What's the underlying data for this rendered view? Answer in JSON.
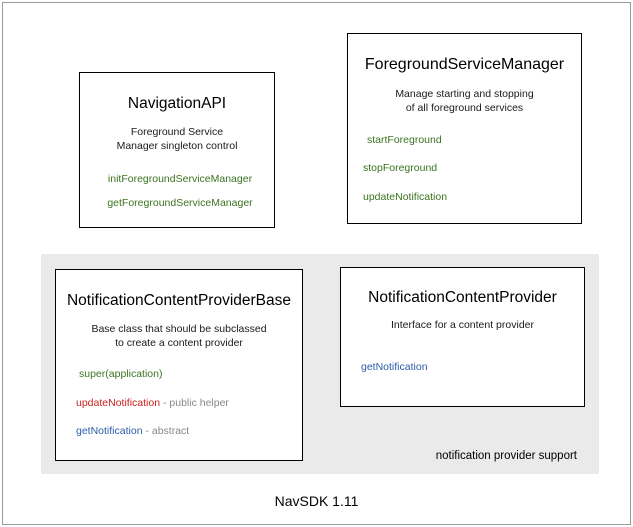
{
  "diagram": {
    "footer_caption": "NavSDK 1.11",
    "group_region": {
      "label": "notification provider support"
    },
    "boxes": [
      {
        "id": "navigation-api",
        "title": "NavigationAPI",
        "description_lines": [
          "Foreground Service",
          "Manager singleton control"
        ],
        "members": [
          {
            "name": "initForegroundServiceManager",
            "color": "green",
            "note": ""
          },
          {
            "name": "getForegroundServiceManager",
            "color": "green",
            "note": ""
          }
        ]
      },
      {
        "id": "foreground-service-manager",
        "title": "ForegroundServiceManager",
        "description_lines": [
          "Manage starting and stopping",
          "of all foreground services"
        ],
        "members": [
          {
            "name": "startForeground",
            "color": "green",
            "note": ""
          },
          {
            "name": "stopForeground",
            "color": "green",
            "note": ""
          },
          {
            "name": "updateNotification",
            "color": "green",
            "note": ""
          }
        ]
      },
      {
        "id": "notification-content-provider-base",
        "title": "NotificationContentProviderBase",
        "description_lines": [
          "Base class that should be subclassed",
          "to create a content provider"
        ],
        "members": [
          {
            "name": "super(application)",
            "color": "green",
            "note": ""
          },
          {
            "name": "updateNotification",
            "color": "red",
            "note": " - public helper"
          },
          {
            "name": "getNotification",
            "color": "blue",
            "note": " - abstract"
          }
        ]
      },
      {
        "id": "notification-content-provider",
        "title": "NotificationContentProvider",
        "description_lines": [
          "Interface for a content provider"
        ],
        "members": [
          {
            "name": "getNotification",
            "color": "blue",
            "note": ""
          }
        ]
      }
    ]
  },
  "colors": {
    "green": "#3c7320",
    "red": "#c9211e",
    "blue": "#2a5caa",
    "note_gray": "#888888",
    "region_bg": "#eaeaea",
    "frame_border": "#9a9a9a",
    "box_border": "#000000"
  }
}
